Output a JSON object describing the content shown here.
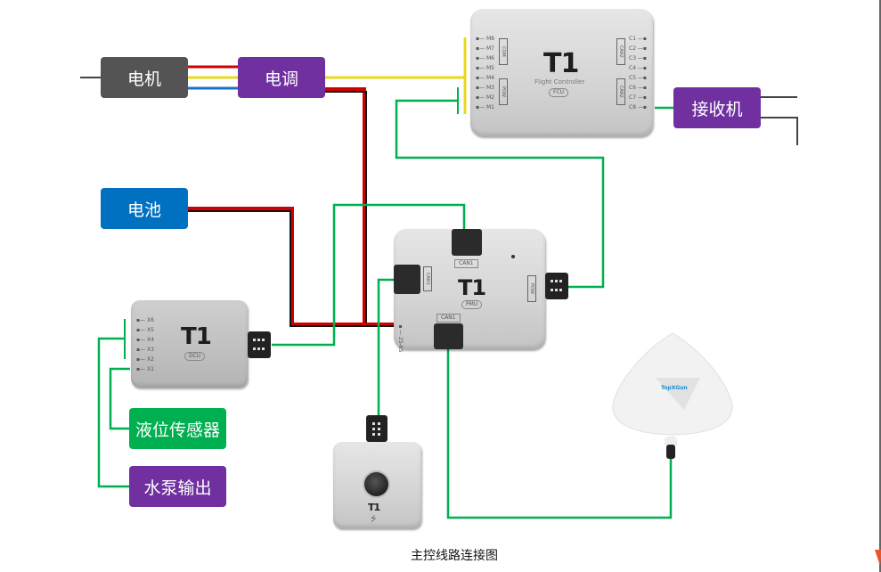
{
  "caption": "主控线路连接图",
  "nodes": {
    "motor": {
      "label": "电机",
      "color": "#545454"
    },
    "esc": {
      "label": "电调",
      "color": "#7030a0"
    },
    "battery": {
      "label": "电池",
      "color": "#0070c0"
    },
    "receiver": {
      "label": "接收机",
      "color": "#7030a0"
    },
    "level_sensor": {
      "label": "液位传感器",
      "color": "#00b050"
    },
    "pump_output": {
      "label": "水泵输出",
      "color": "#7030a0"
    }
  },
  "flight_controller": {
    "model": "T1",
    "name": "Flight Controller",
    "badge": "FCU",
    "left_pins": [
      "M8",
      "M7",
      "M6",
      "M5",
      "M4",
      "M3",
      "M2",
      "M1"
    ],
    "left_ports": [
      "COM",
      "POW"
    ],
    "right_pins": [
      "C1",
      "C2",
      "C3",
      "C4",
      "C5",
      "C6",
      "C7",
      "C8"
    ],
    "right_ports": [
      "CAN2",
      "CAN2"
    ]
  },
  "pmu": {
    "model": "T1",
    "badge": "PMU",
    "ports": {
      "top": "CAN1",
      "left": "CAN1",
      "bottom": "CAN1",
      "right": "POW",
      "power_in": "2S-6S"
    }
  },
  "dcu": {
    "model": "T1",
    "badge": "DCU",
    "pins": [
      "X6",
      "X5",
      "X4",
      "X3",
      "X2",
      "X1"
    ]
  },
  "usb_module": {
    "model": "T1",
    "icon": "usb-icon"
  },
  "gps": {
    "brand": "TopXGun"
  },
  "wire_colors": {
    "red": "#d00000",
    "yellow": "#e8d820",
    "blue": "#1a70c8",
    "black": "#111111",
    "green": "#00b050",
    "gray": "#444444"
  }
}
